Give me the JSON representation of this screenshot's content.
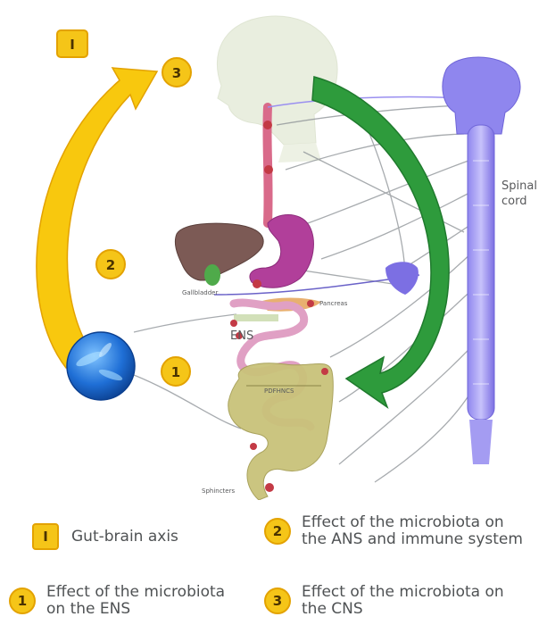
{
  "diagram": {
    "labels": {
      "spinal_cord": "Spinal\ncord",
      "ens": "ENS",
      "gallbladder": "Gallbladder",
      "pancreas": "Pancreas",
      "sphincters": "Sphincters"
    },
    "badges": {
      "axis": "I",
      "one": "1",
      "two": "2",
      "three": "3"
    },
    "colors": {
      "yellow_arrow": "#f8c80e",
      "green_arrow": "#2e9b3c",
      "nerve_purple": "#7c6fe3",
      "stomach": "#b13f9a",
      "liver": "#7c5a55",
      "intestine": "#c9c27a",
      "small_intestine": "#e0a0c4",
      "microbe_blue": "#1f6fd6"
    }
  },
  "legend": {
    "items": [
      {
        "badge": "I",
        "text": "Gut-brain axis"
      },
      {
        "badge": "2",
        "text": "Effect of the microbiota on\nthe ANS and immune system"
      },
      {
        "badge": "1",
        "text": "Effect of the microbiota\non the ENS"
      },
      {
        "badge": "3",
        "text": "Effect of the microbiota on\nthe CNS"
      }
    ]
  }
}
